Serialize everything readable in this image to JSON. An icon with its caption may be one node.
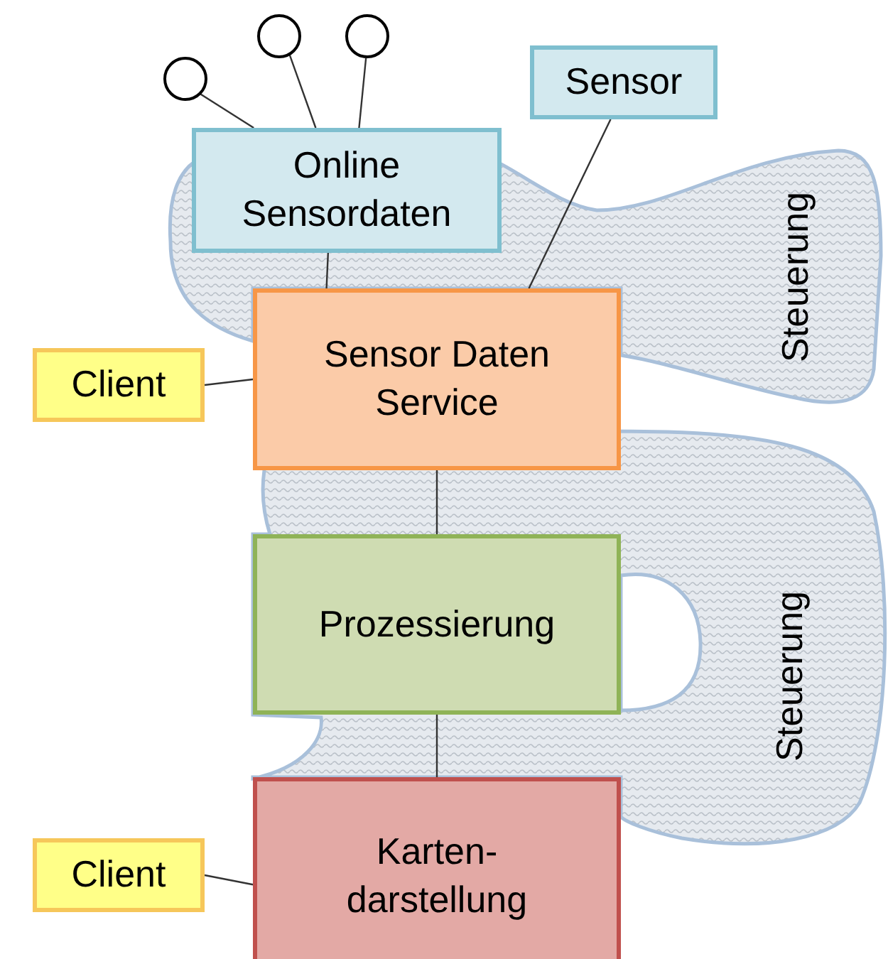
{
  "diagram": {
    "nodes": [
      {
        "text": [],
        "shape": "circle"
      },
      {
        "text": [],
        "shape": "circle"
      },
      {
        "text": [],
        "shape": "circle"
      },
      {
        "text": [
          "Online Sensordaten"
        ]
      },
      {
        "text": [
          "Sensor"
        ]
      },
      {
        "text": [
          "Sensor Daten Service"
        ]
      },
      {
        "text": [
          "Client"
        ]
      },
      {
        "text": [
          "Prozessierung"
        ]
      },
      {
        "text": [
          "Karten- darstellung"
        ]
      },
      {
        "text": [
          "Client"
        ]
      }
    ],
    "labels": [
      "Steuerung",
      "Steuerung"
    ],
    "edges": [
      {
        "from": 0,
        "to": 3,
        "arrow": "none"
      },
      {
        "from": 1,
        "to": 3,
        "arrow": "none"
      },
      {
        "from": 2,
        "to": 3,
        "arrow": "none"
      },
      {
        "from": 3,
        "to": 5,
        "arrow": "none"
      },
      {
        "from": 4,
        "to": 5,
        "arrow": "none"
      },
      {
        "from": 6,
        "to": 5,
        "arrow": "none"
      },
      {
        "from": 5,
        "to": 7,
        "arrow": "none"
      },
      {
        "from": 7,
        "to": 8,
        "arrow": "none"
      },
      {
        "from": 9,
        "to": 8,
        "arrow": "none"
      }
    ]
  }
}
